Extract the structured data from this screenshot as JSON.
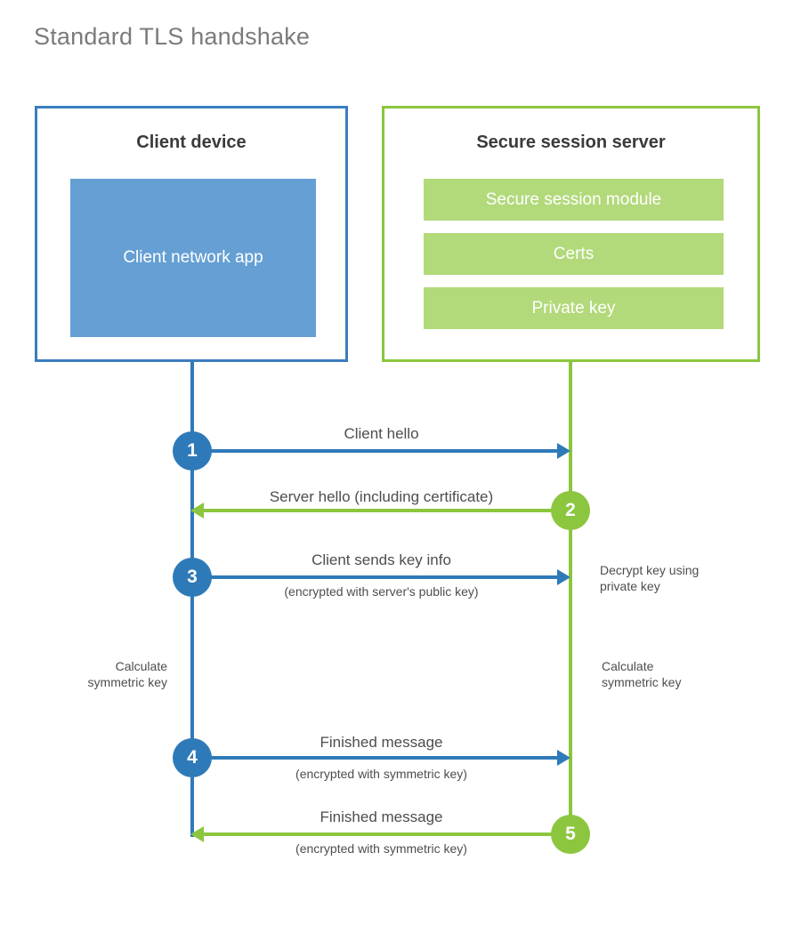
{
  "page": {
    "title": "Standard TLS handshake"
  },
  "colors": {
    "client_accent": "#2e7ab9",
    "client_border": "#3b7dbf",
    "client_app_fill": "#659fd3",
    "server_accent": "#8cc63f",
    "server_bar_fill": "#b2d97a",
    "title_text": "#7b7b7b",
    "body_text": "#4d4d4d"
  },
  "client": {
    "title": "Client device",
    "app_label": "Client network app"
  },
  "server": {
    "title": "Secure session server",
    "components": [
      {
        "label": "Secure session module"
      },
      {
        "label": "Certs"
      },
      {
        "label": "Private key"
      }
    ]
  },
  "steps": [
    {
      "number": "1",
      "label": "Client hello",
      "sub": "",
      "direction": "client-to-server",
      "color": "blue"
    },
    {
      "number": "2",
      "label": "Server hello (including certificate)",
      "sub": "",
      "direction": "server-to-client",
      "color": "green"
    },
    {
      "number": "3",
      "label": "Client sends key info",
      "sub": "(encrypted with server's public key)",
      "direction": "client-to-server",
      "color": "blue"
    },
    {
      "number": "4",
      "label": "Finished message",
      "sub": "(encrypted with symmetric key)",
      "direction": "client-to-server",
      "color": "blue"
    },
    {
      "number": "5",
      "label": "Finished message",
      "sub": "(encrypted with symmetric key)",
      "direction": "server-to-client",
      "color": "green"
    }
  ],
  "annotations": {
    "decrypt_key": "Decrypt key using\nprivate key",
    "decrypt_key_line1": "Decrypt key using",
    "decrypt_key_line2": "private key",
    "client_calculate_line1": "Calculate",
    "client_calculate_line2": "symmetric key",
    "server_calculate_line1": "Calculate",
    "server_calculate_line2": "symmetric key"
  }
}
